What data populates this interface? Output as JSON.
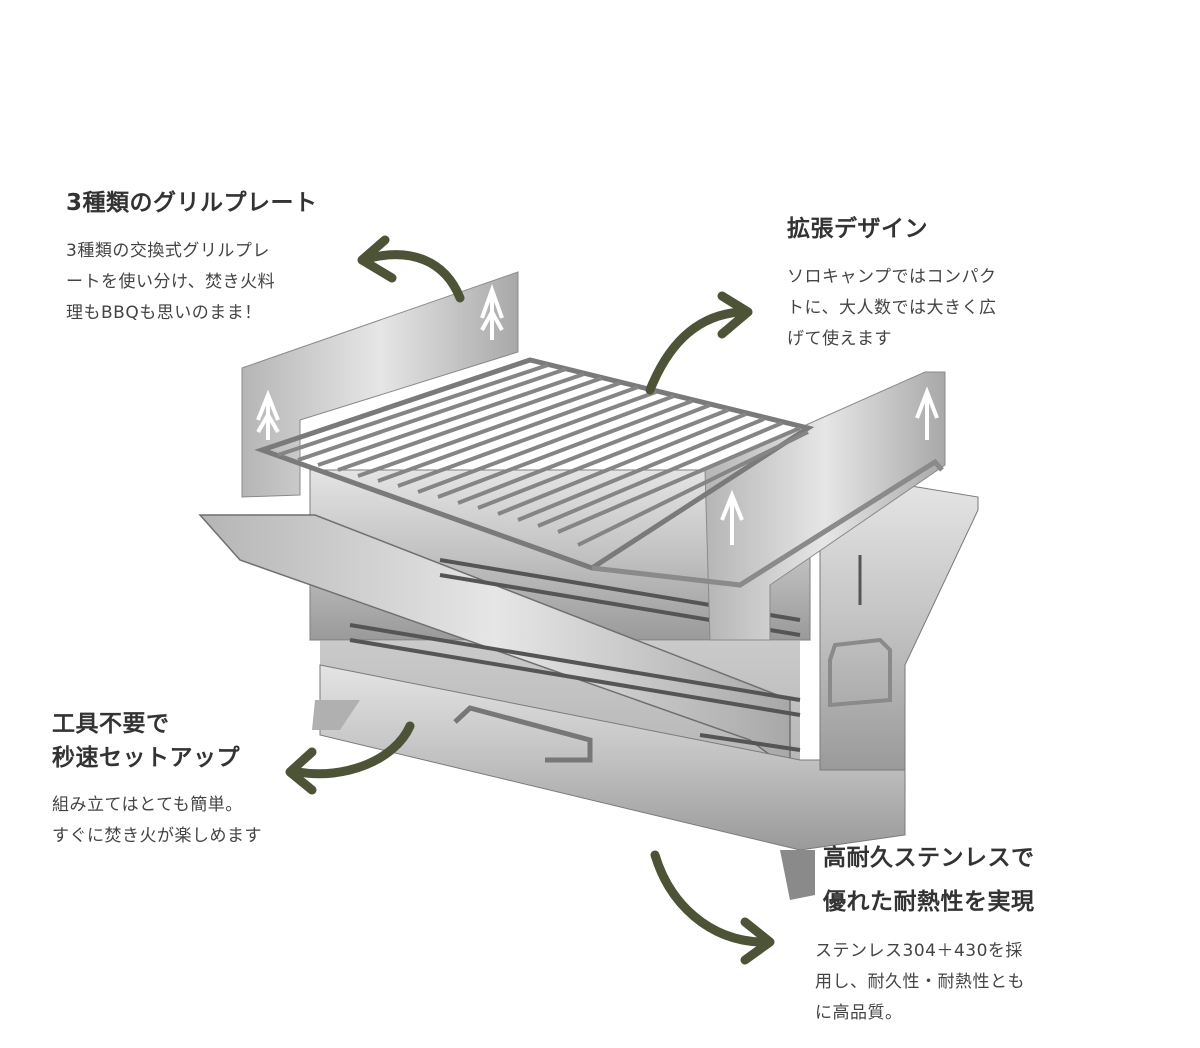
{
  "features": [
    {
      "title": "3種類のグリルプレート",
      "desc": [
        "3種類の交換式グリルプレ",
        "ートを使い分け、焚き火料",
        "理もBBQも思いのまま！"
      ]
    },
    {
      "title": "拡張デザイン",
      "desc": [
        "ソロキャンプではコンパク",
        "トに、大人数では大きく広",
        "げて使えます"
      ]
    },
    {
      "title": [
        "工具不要で",
        "秒速セットアップ"
      ],
      "desc": [
        "組み立てはとても簡単。",
        "すぐに焚き火が楽しめます"
      ]
    },
    {
      "title": [
        "高耐久ステンレスで",
        "優れた耐熱性を実現"
      ],
      "desc": [
        "ステンレス304＋430を採",
        "用し、耐久性・耐熱性とも",
        "に高品質。"
      ]
    }
  ],
  "colors": {
    "arrow": "#4d5337",
    "steel": "#c9c9c9",
    "steel_dark": "#8f8f8f",
    "text": "#333333"
  }
}
